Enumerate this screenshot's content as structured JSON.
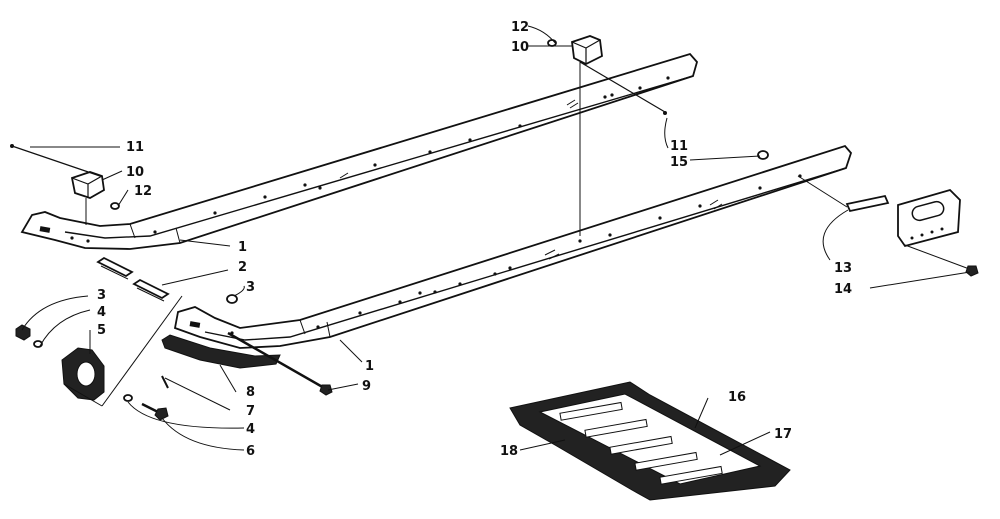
{
  "callouts": [
    "1",
    "1",
    "2",
    "3",
    "3",
    "4",
    "4",
    "5",
    "6",
    "7",
    "8",
    "9",
    "10",
    "10",
    "11",
    "11",
    "12",
    "12",
    "13",
    "14",
    "15",
    "16",
    "17",
    "18"
  ],
  "colors": {
    "ink": "#111111",
    "paper": "#ffffff"
  }
}
